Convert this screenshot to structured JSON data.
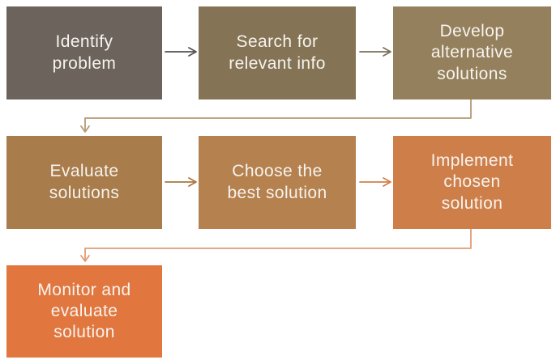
{
  "diagram": {
    "type": "flowchart",
    "background": "#ffffff",
    "boxes": [
      {
        "id": "identify-problem",
        "label": "Identify\nproblem",
        "color": "#6b635c",
        "text_color": "#f7f3ee"
      },
      {
        "id": "search-relevant-info",
        "label": "Search for\nrelevant info",
        "color": "#857355",
        "text_color": "#f7f3ee"
      },
      {
        "id": "develop-alternatives",
        "label": "Develop\nalternative\nsolutions",
        "color": "#94805c",
        "text_color": "#f7f3ee"
      },
      {
        "id": "evaluate-solutions",
        "label": "Evaluate\nsolutions",
        "color": "#a87c4b",
        "text_color": "#f7f3ee"
      },
      {
        "id": "choose-best-solution",
        "label": "Choose the\nbest solution",
        "color": "#b5814e",
        "text_color": "#f7f3ee"
      },
      {
        "id": "implement-chosen-solution",
        "label": "Implement\nchosen\nsolution",
        "color": "#ce7f49",
        "text_color": "#f7f3ee"
      },
      {
        "id": "monitor-evaluate-solution",
        "label": "Monitor and\nevaluate\nsolution",
        "color": "#e1773f",
        "text_color": "#f7f3ee"
      }
    ],
    "connectors": {
      "arrow_identify_to_search": {
        "from": "identify-problem",
        "to": "search-relevant-info",
        "color": "#55534e"
      },
      "arrow_search_to_develop": {
        "from": "search-relevant-info",
        "to": "develop-alternatives",
        "color": "#7b7058"
      },
      "elbow_develop_to_evaluate": {
        "from": "develop-alternatives",
        "to": "evaluate-solutions",
        "color": "#b49b72"
      },
      "arrow_evaluate_to_choose": {
        "from": "evaluate-solutions",
        "to": "choose-best-solution",
        "color": "#a9773f"
      },
      "arrow_choose_to_implement": {
        "from": "choose-best-solution",
        "to": "implement-chosen-solution",
        "color": "#d0804a"
      },
      "elbow_implement_to_monitor": {
        "from": "implement-chosen-solution",
        "to": "monitor-evaluate-solution",
        "color": "#e39b74"
      }
    }
  }
}
